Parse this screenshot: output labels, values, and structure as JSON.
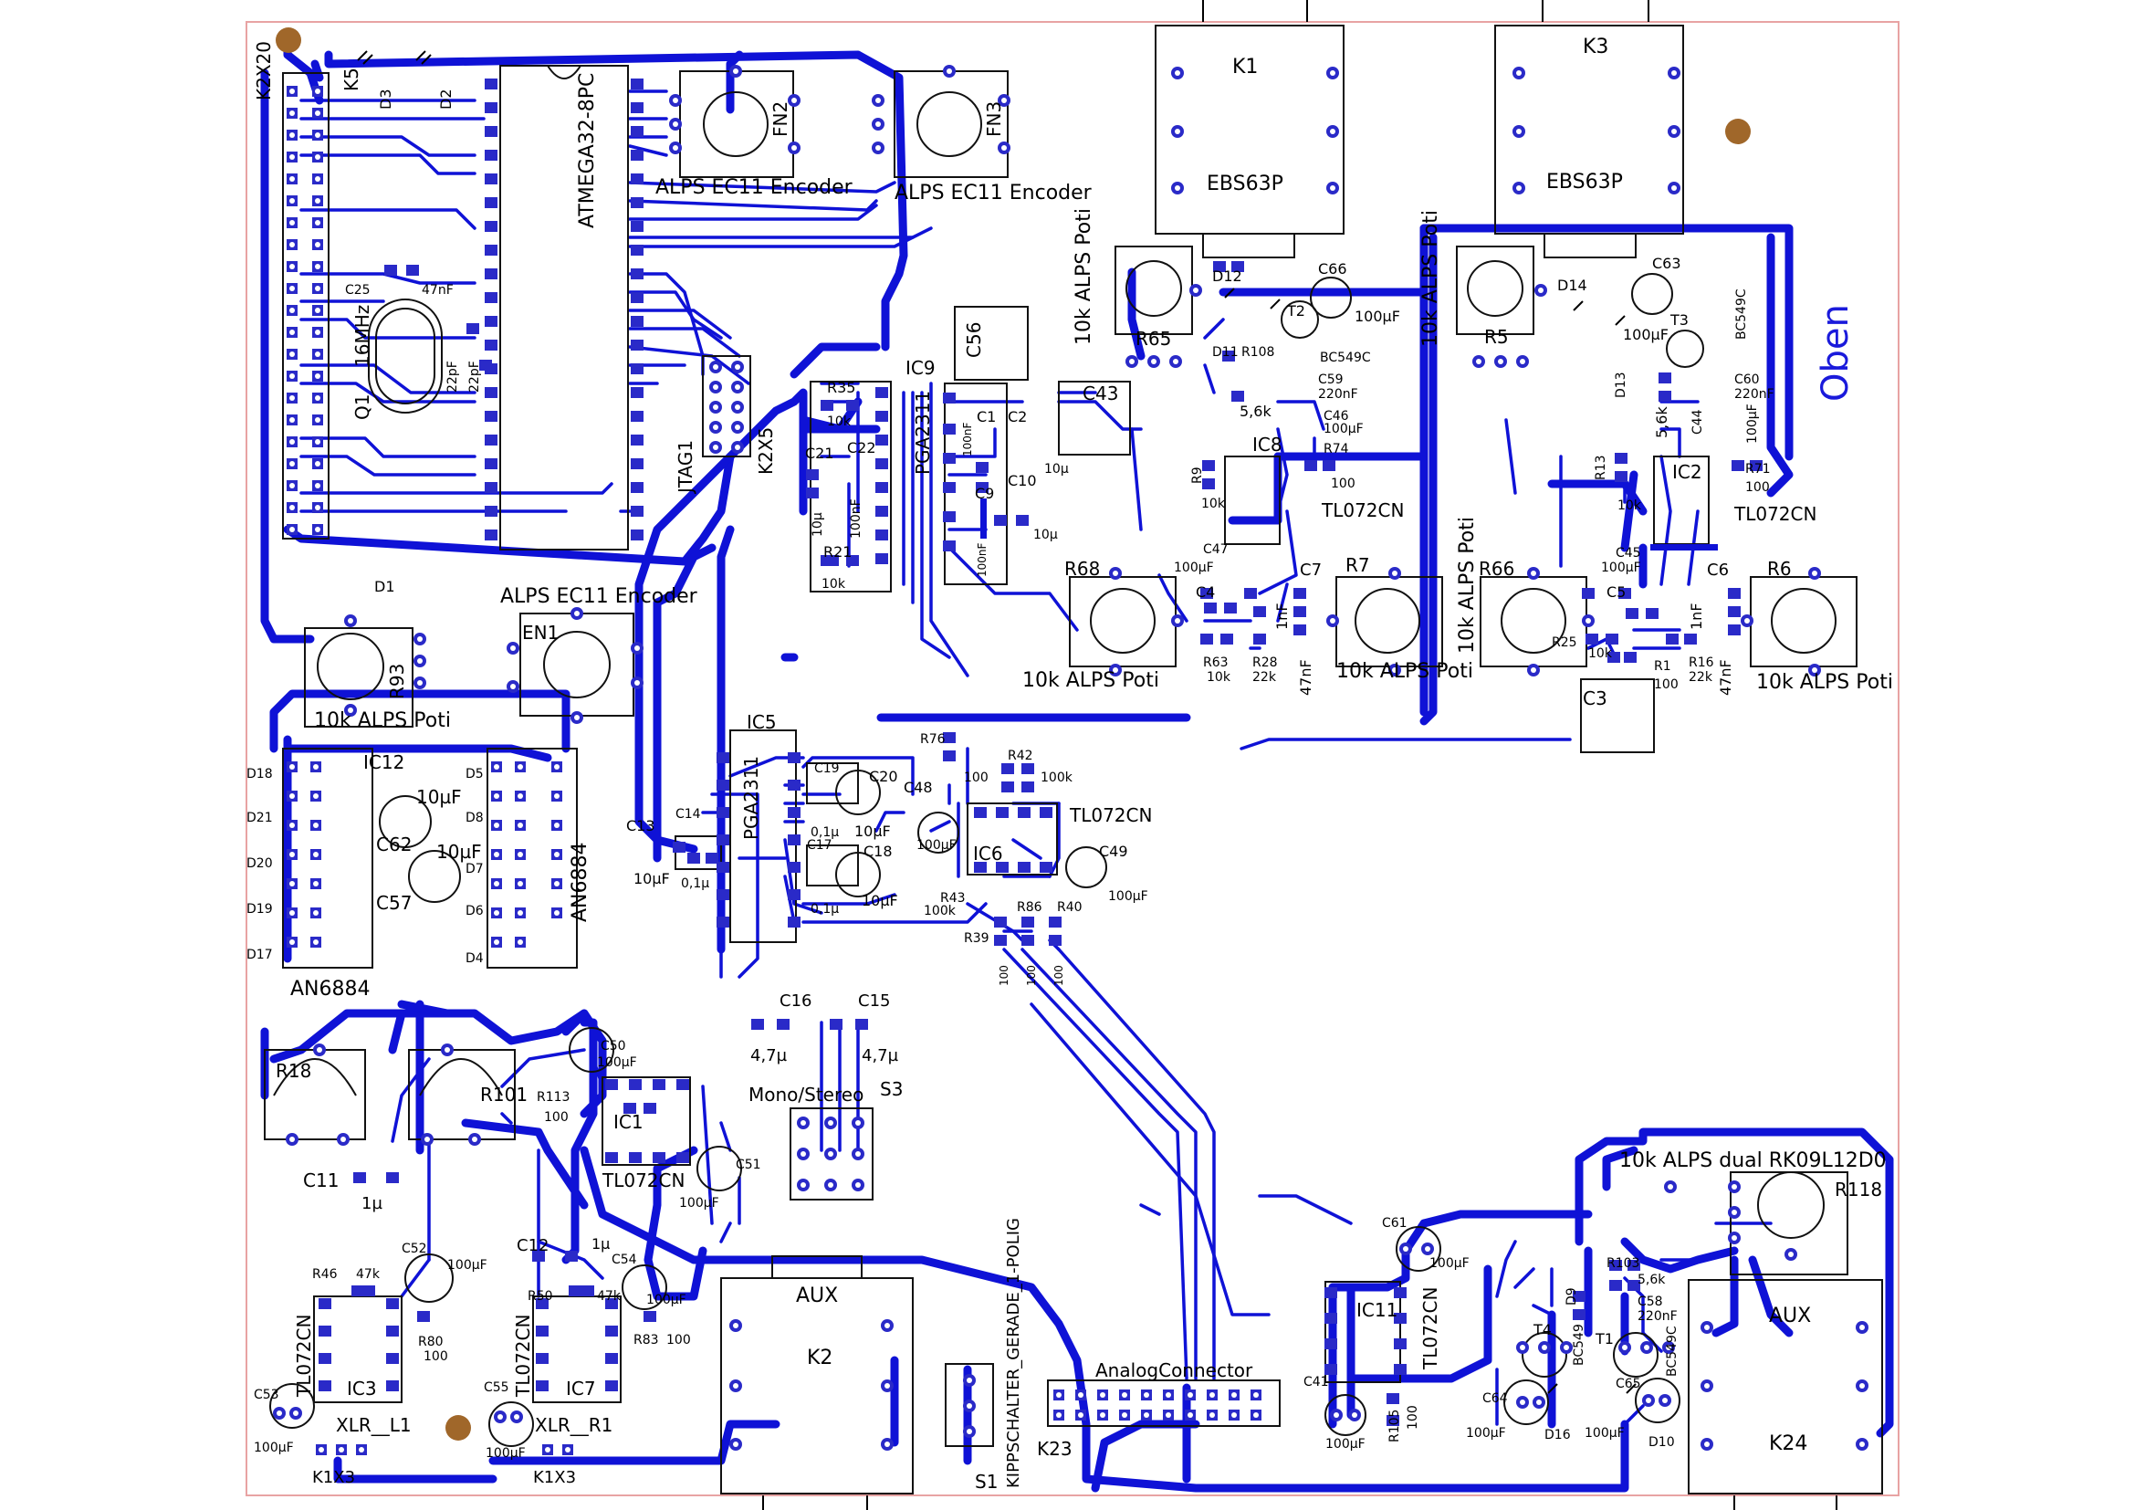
{
  "colors": {
    "trace": "#0f12d6",
    "pad": "#2a2ac8",
    "board_edge": "#e8a3a3",
    "silk": "#111111",
    "copper": "#a0672a",
    "label_blue": "#1a1adb"
  },
  "board": {
    "label": "Oben"
  },
  "components": {
    "k2x20": "K2X20",
    "k5": "K5",
    "d3": "D3",
    "d2": "D2",
    "ic_mcu": "ATMEGA32-8PC",
    "fn2": "FN2",
    "fn3": "FN3",
    "enc1": "ALPS EC11 Encoder",
    "enc2": "ALPS EC11 Encoder",
    "enc3": "ALPS EC11 Encoder",
    "c25": "C25",
    "c25v": "47nF",
    "crystal": "16MHz",
    "q1": "Q1",
    "c22pf_a": "22pF",
    "c22pf_b": "22pF",
    "jtag": "JTAG1",
    "k2x5": "K2X5",
    "r35": "R35",
    "r35v": "10k",
    "c21": "C21",
    "c22": "C22",
    "c21v": "10µ",
    "c22v": "100nF",
    "r21": "R21",
    "r21v": "10k",
    "ic9": "IC9",
    "ic9t": "PGA2311",
    "c1": "C1",
    "c2": "C2",
    "c9": "C9",
    "c10": "C10",
    "c10v": "10µ",
    "c2v": "10µ",
    "c1v": "100nF",
    "c9v": "100nF",
    "c56": "C56",
    "c43": "C43",
    "k1": "K1",
    "k1t": "EBS63P",
    "k3": "K3",
    "k3t": "EBS63P",
    "poti_a": "10k ALPS Poti",
    "r65": "R65",
    "d12": "D12",
    "c66": "C66",
    "c66v": "100µF",
    "t2": "T2",
    "t2t": "BC549C",
    "d11": "D11",
    "r108": "R108",
    "c59": "C59",
    "c59v": "220nF",
    "r56k_a": "5,6k",
    "c46": "C46",
    "c46v": "100µF",
    "ic8": "IC8",
    "r74": "R74",
    "r74v": "100",
    "r9": "R9",
    "r9v": "10k",
    "ic8t": "TL072CN",
    "poti_b": "10k ALPS Poti",
    "r5": "R5",
    "d14": "D14",
    "c63": "C63",
    "c63v": "100µF",
    "t3": "T3",
    "t3t": "BC549C",
    "d13": "D13",
    "c60": "C60",
    "c60v": "220nF",
    "r56k_b": "5,6k",
    "c44": "C44",
    "c44v": "100µF",
    "r13": "R13",
    "r13v": "10k",
    "ic2": "IC2",
    "r71": "R71",
    "r71v": "100",
    "ic2t": "TL072CN",
    "r68": "R68",
    "c47": "C47",
    "c47v": "100µF",
    "c4": "C4",
    "c7": "C7",
    "c7v": "47nF",
    "c4v": "1nF",
    "r7": "R7",
    "r63": "R63",
    "r63v": "10k",
    "r28": "R28",
    "r28v": "22k",
    "poti_r68": "10k ALPS Poti",
    "poti_r7": "10k ALPS Poti",
    "poti_c": "10k ALPS Poti",
    "r66": "R66",
    "c45": "C45",
    "c45v": "100µF",
    "c5": "C5",
    "c6": "C6",
    "c6v": "47nF",
    "c5v": "1nF",
    "r6": "R6",
    "r25": "R25",
    "r25v": "10k",
    "r1": "R1",
    "r1v": "100",
    "r16": "R16",
    "r16v": "22k",
    "c3": "C3",
    "poti_r6": "10k ALPS Poti",
    "d1": "D1",
    "r93": "R93",
    "en1": "EN1",
    "poti_r93": "10k ALPS Poti",
    "ic12": "IC12",
    "an6884_a": "AN6884",
    "an6884_b": "AN6884",
    "d18": "D18",
    "d21": "D21",
    "d20": "D20",
    "d19": "D19",
    "d17": "D17",
    "c62": "C62",
    "c62v": "10µF",
    "c57": "C57",
    "c57v": "10µF",
    "d5": "D5",
    "d8": "D8",
    "d7": "D7",
    "d6": "D6",
    "d4": "D4",
    "ic5": "IC5",
    "ic5t": "PGA2311",
    "c13": "C13",
    "c14": "C14",
    "c13v": "10µF",
    "c14v": "0,1µ",
    "c19": "C19",
    "c20": "C20",
    "c19v": "0,1µ",
    "c20v": "10µF",
    "c17": "C17",
    "c18": "C18",
    "c17v": "0,1µ",
    "c18v": "10µF",
    "r76": "R76",
    "r42": "R42",
    "r42v": "100k",
    "r76v": "100",
    "c48": "C48",
    "c48v": "100µF",
    "ic6t": "TL072CN",
    "ic6": "IC6",
    "c49": "C49",
    "c49v": "100µF",
    "r43": "R43",
    "r43v": "100k",
    "r86": "R86",
    "r40": "R40",
    "r39": "R39",
    "r39v": "100",
    "r86v": "100",
    "r40v": "100",
    "c16": "C16",
    "c15": "C15",
    "c16v": "4,7µ",
    "c15v": "4,7µ",
    "s3t": "Mono/Stereo",
    "s3": "S3",
    "r18": "R18",
    "r101": "R101",
    "c50": "C50",
    "c50v": "100µF",
    "r113": "R113",
    "r113v": "100",
    "ic1": "IC1",
    "ic1t": "TL072CN",
    "c51": "C51",
    "c51v": "100µF",
    "c11": "C11",
    "c11v": "1µ",
    "r46": "R46",
    "r46v": "47k",
    "c52": "C52",
    "c52v": "100µF",
    "r80": "R80",
    "r80v": "100",
    "ic3t": "TL072CN",
    "ic3": "IC3",
    "c12": "C12",
    "c12v": "1µ",
    "c54": "C54",
    "c54v": "100µF",
    "r50": "R50",
    "r50v": "47k",
    "r83": "R83",
    "r83v": "100",
    "ic7t": "TL072CN",
    "ic7": "IC7",
    "c53": "C53",
    "c53v": "100µF",
    "xlr_l": "XLR__L1",
    "k1x3_a": "K1X3",
    "c55": "C55",
    "c55v": "100µF",
    "xlr_r": "XLR__R1",
    "k1x3_b": "K1X3",
    "aux_a": "AUX",
    "k2": "K2",
    "s1t": "KIPPSCHALTER_GERADE_1-POLIG",
    "s1": "S1",
    "analog": "AnalogConnector",
    "k23": "K23",
    "dual": "10k ALPS dual RK09L12D0",
    "r118": "R118",
    "c61": "C61",
    "c61v": "100µF",
    "r103": "R103",
    "r103v": "5,6k",
    "c58": "C58",
    "c58v": "220nF",
    "d9": "D9",
    "ic11": "IC11",
    "ic11t": "TL072CN",
    "t4": "T4",
    "t4t": "BC549",
    "t1": "T1",
    "t1t": "BC549C",
    "c41": "C41",
    "c41v": "100µF",
    "r105": "R105",
    "r105v": "100",
    "c64": "C64",
    "c64v": "100µF",
    "d16": "D16",
    "c65": "C65",
    "c65v": "100µF",
    "d10": "D10",
    "aux_b": "AUX",
    "k24": "K24"
  }
}
